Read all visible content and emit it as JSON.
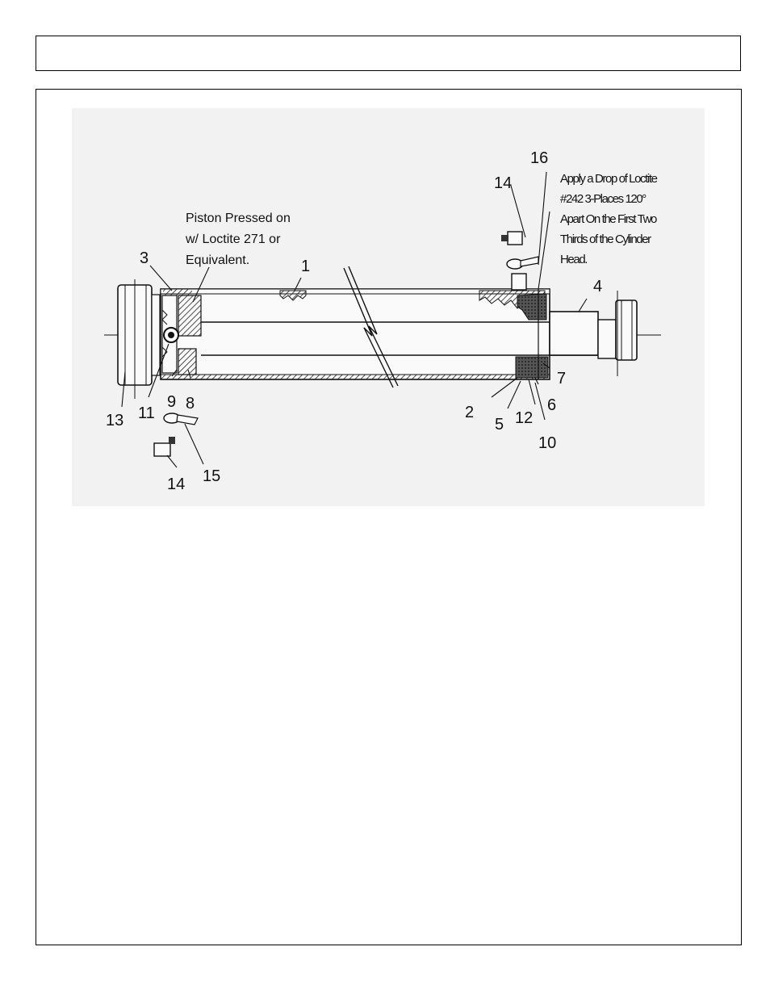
{
  "page": {
    "title": ""
  },
  "diagram": {
    "notes": {
      "piston": [
        "Piston Pressed on",
        "w/ Loctite 271 or",
        "Equivalent."
      ],
      "loctite": [
        "Apply a Drop of Loctite",
        "#242 3-Places 120°",
        "Apart On the First Two",
        "Thirds of the Cylinder",
        "Head."
      ]
    },
    "callouts": {
      "p1": "1",
      "p2": "2",
      "p3": "3",
      "p4": "4",
      "p5": "5",
      "p6": "6",
      "p7": "7",
      "p8": "8",
      "p9": "9",
      "p10": "10",
      "p11": "11",
      "p12": "12",
      "p13": "13",
      "p14_top": "14",
      "p14_bottom": "14",
      "p15": "15",
      "p16": "16"
    }
  }
}
